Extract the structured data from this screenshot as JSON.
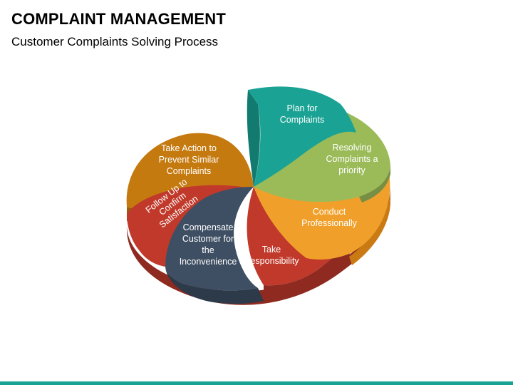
{
  "header": {
    "title": "COMPLAINT MANAGEMENT",
    "subtitle": "Customer Complaints Solving Process"
  },
  "colors": {
    "teal": "#1aa394",
    "green": "#9bbb59",
    "orange": "#f0a02a",
    "red": "#c0392b",
    "navy": "#3f4f63",
    "amber": "#c57a10"
  },
  "segments": [
    {
      "id": "plan",
      "lines": [
        "Plan for",
        "Complaints"
      ]
    },
    {
      "id": "resolve",
      "lines": [
        "Resolving",
        "Complaints a",
        "priority"
      ]
    },
    {
      "id": "conduct",
      "lines": [
        "Conduct",
        "Professionally"
      ]
    },
    {
      "id": "responsibility",
      "lines": [
        "Take",
        "Responsibility"
      ]
    },
    {
      "id": "compensate",
      "lines": [
        "Compensate",
        "Customer for",
        "the",
        "Inconvenience"
      ]
    },
    {
      "id": "follow",
      "lines": [
        "Follow Up to",
        "Confirm",
        "Satisfaction"
      ]
    },
    {
      "id": "prevent",
      "lines": [
        "Take Action to",
        "Prevent Similar",
        "Complaints"
      ]
    }
  ]
}
